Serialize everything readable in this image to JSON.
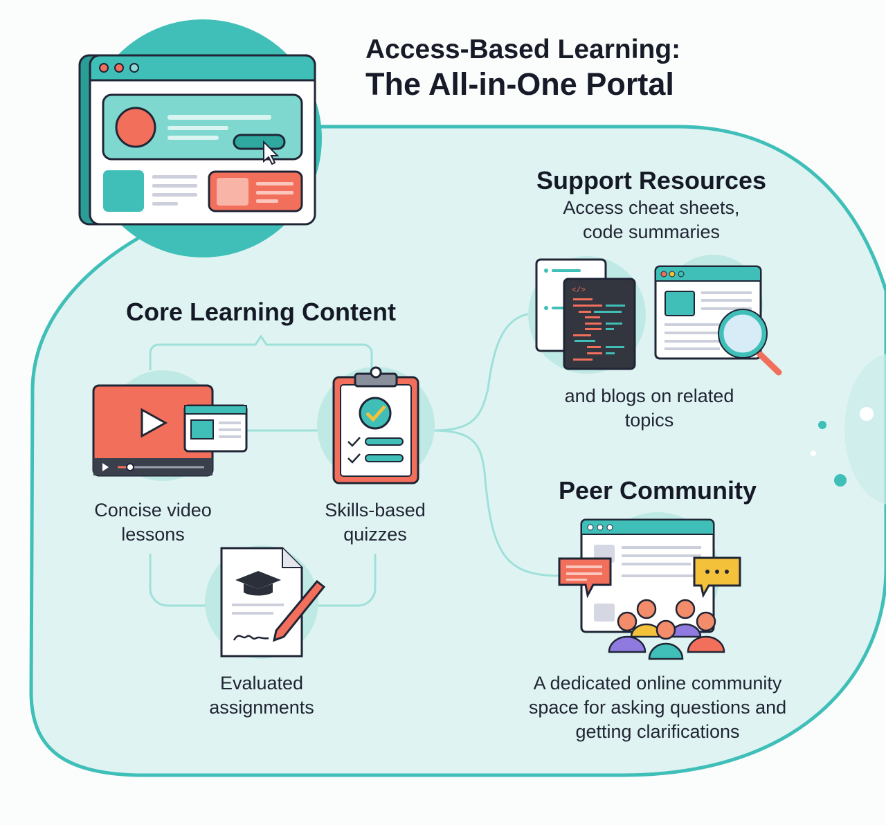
{
  "title": {
    "line1": "Access-Based Learning:",
    "line2": "The All-in-One Portal"
  },
  "core": {
    "heading": "Core Learning Content",
    "items": [
      {
        "icon": "video-player-icon",
        "line1": "Concise video",
        "line2": "lessons"
      },
      {
        "icon": "quiz-clipboard-icon",
        "line1": "Skills-based",
        "line2": "quizzes"
      },
      {
        "icon": "assignment-document-icon",
        "line1": "Evaluated",
        "line2": "assignments"
      }
    ]
  },
  "support": {
    "heading": "Support Resources",
    "line1": "Access cheat sheets,",
    "line2": "code summaries",
    "line3": "and blogs on related",
    "line4": "topics",
    "code_glyph": "</>"
  },
  "peer": {
    "heading": "Peer Community",
    "line1": "A dedicated online community",
    "line2": "space for asking questions and",
    "line3": "getting clarifications"
  },
  "colors": {
    "teal": "#3fbfb8",
    "coral": "#f26f5c",
    "panel": "#dff4f2",
    "dark": "#2b2f3a"
  }
}
